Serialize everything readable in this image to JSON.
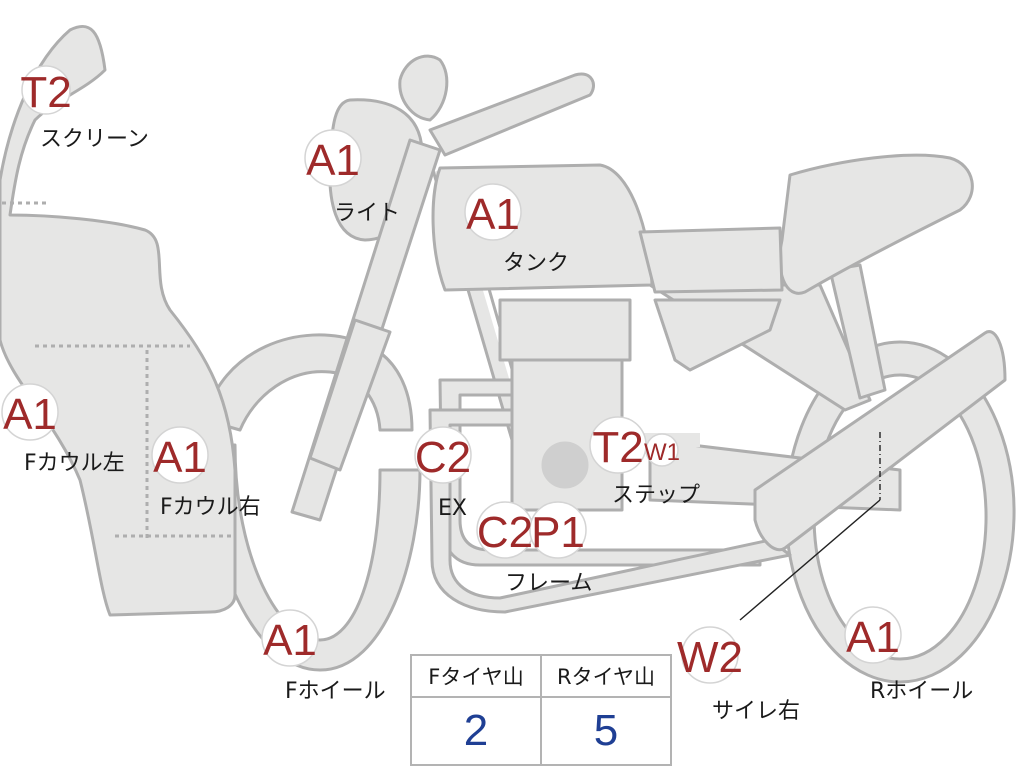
{
  "colors": {
    "body": "#e6e6e5",
    "outline": "#aeaeae",
    "grade_text": "#9e2a2a",
    "label_text": "#1a1a1a",
    "tread_value": "#1f3f94"
  },
  "markers": {
    "screen": {
      "grade": "T2",
      "label": "スクリーン"
    },
    "light": {
      "grade": "A1",
      "label": "ライト"
    },
    "tank": {
      "grade": "A1",
      "label": "タンク"
    },
    "cowl_left": {
      "grade": "A1",
      "label": "Fカウル左"
    },
    "cowl_right": {
      "grade": "A1",
      "label": "Fカウル右"
    },
    "exhaust": {
      "grade": "C2",
      "label": "EX"
    },
    "frame_c": {
      "grade": "C2"
    },
    "frame_p": {
      "grade": "P1",
      "label": "フレーム"
    },
    "step_t": {
      "grade": "T2",
      "label": "ステップ"
    },
    "step_w": {
      "grade": "W1"
    },
    "front_wheel": {
      "grade": "A1",
      "label": "Fホイール"
    },
    "muffler_right": {
      "grade": "W2",
      "label": "サイレ右"
    },
    "rear_wheel": {
      "grade": "A1",
      "label": "Rホイール"
    }
  },
  "tire_table": {
    "headers": [
      "Fタイヤ山",
      "Rタイヤ山"
    ],
    "values": [
      "2",
      "5"
    ]
  }
}
